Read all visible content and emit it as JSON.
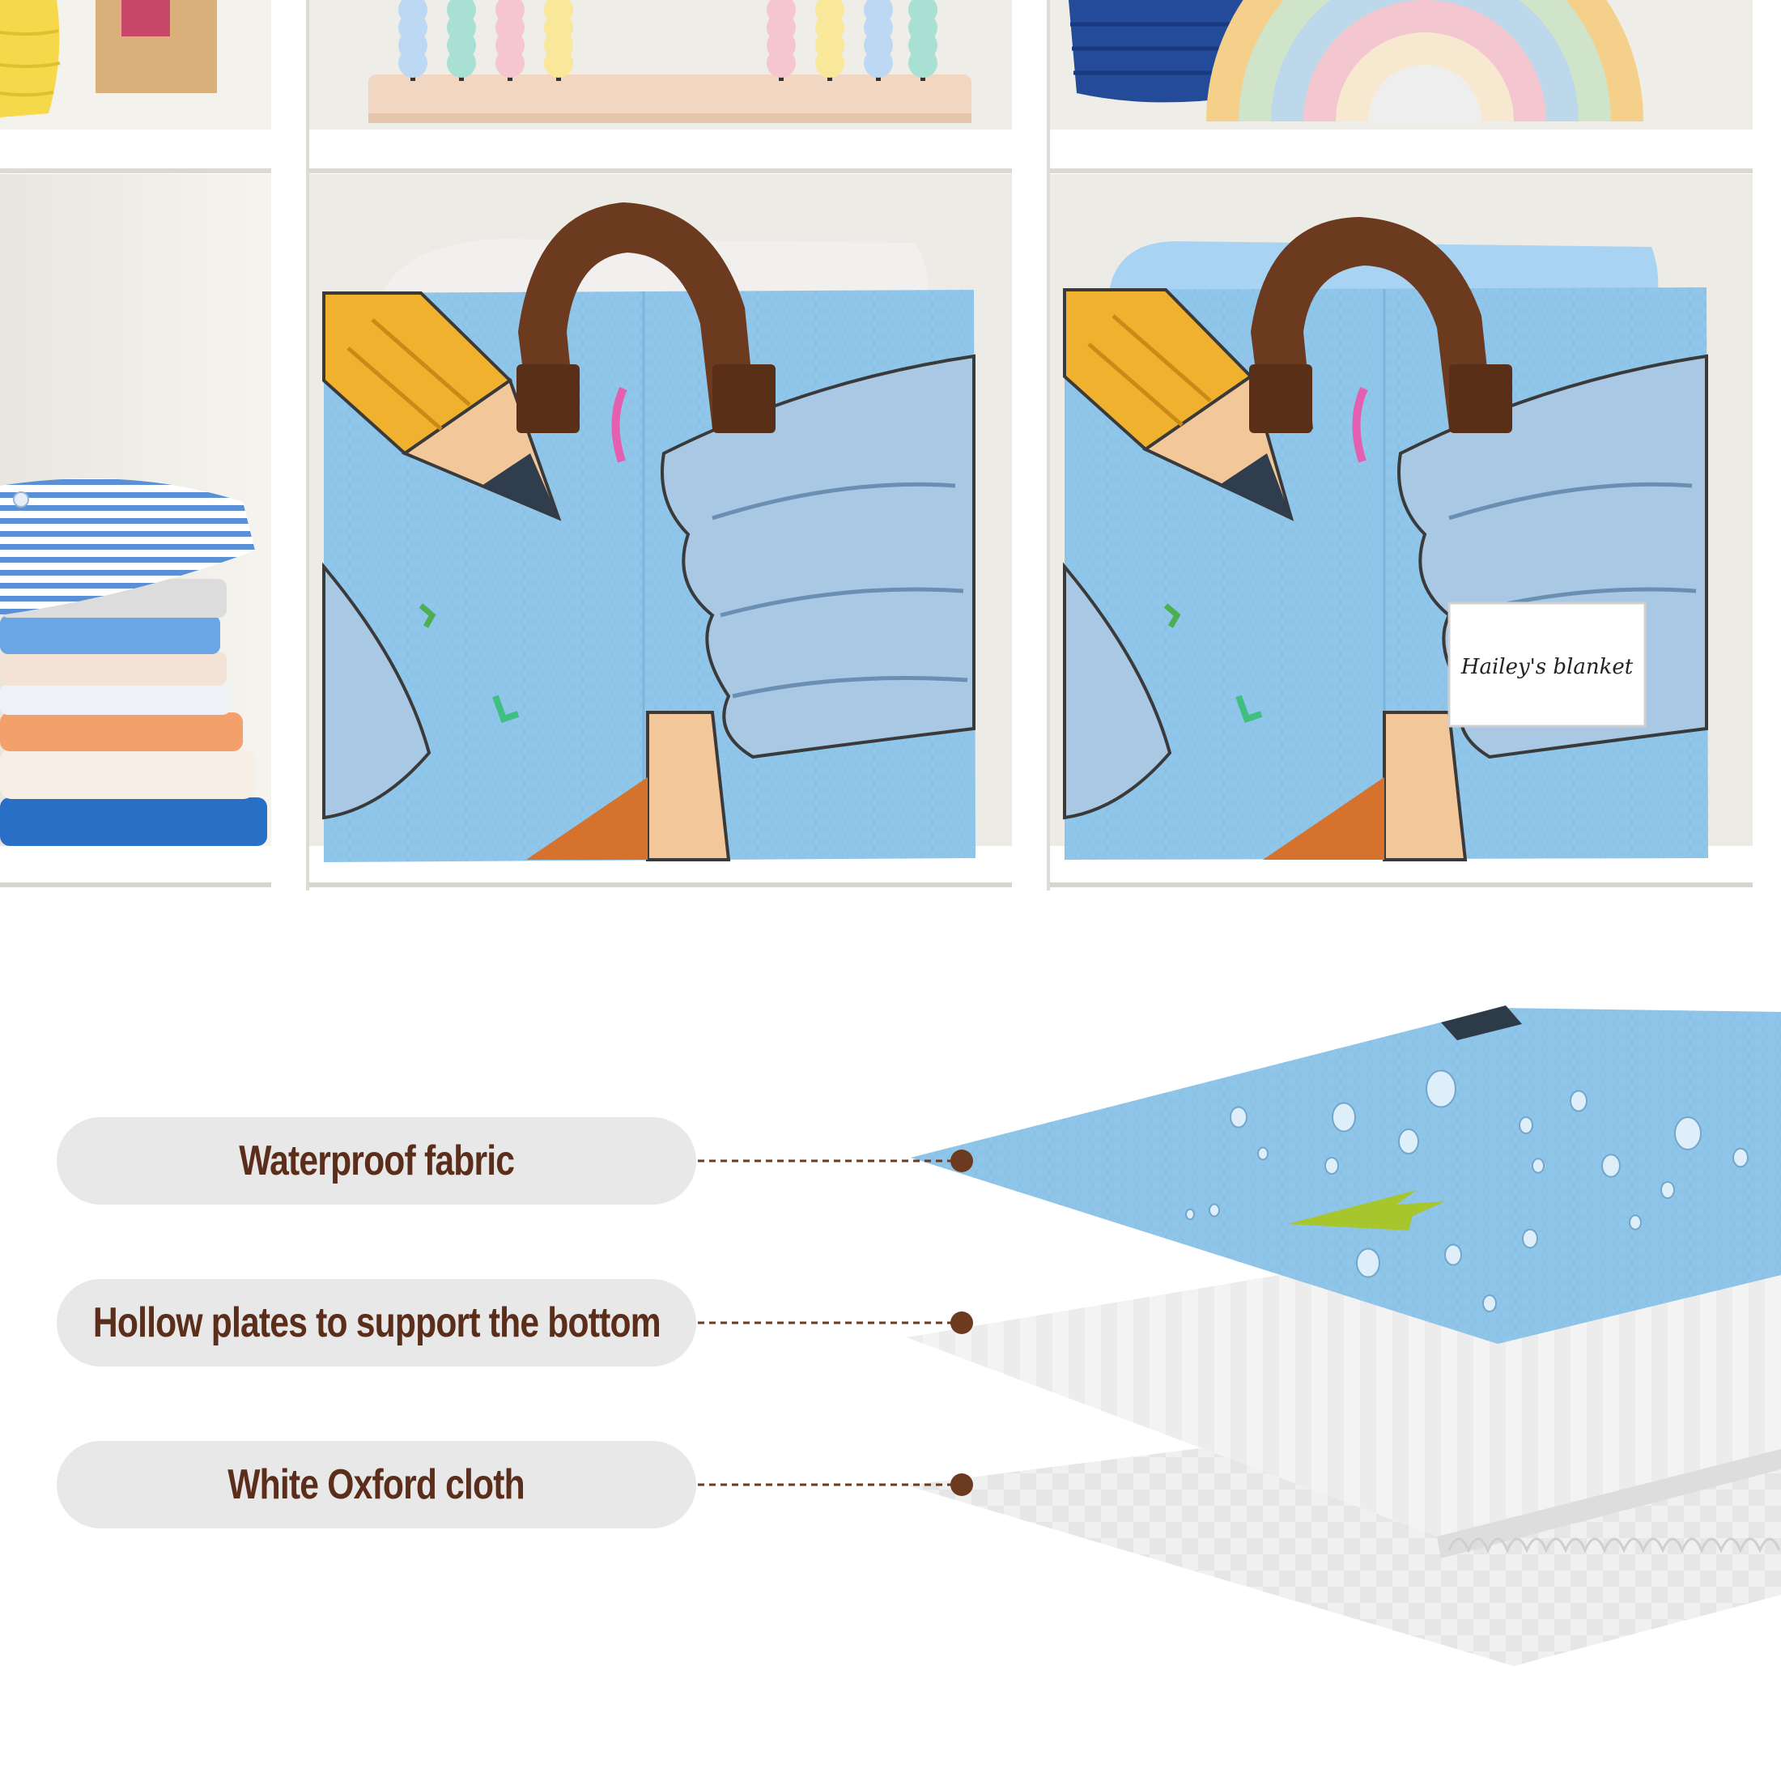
{
  "layers": [
    {
      "label": "Waterproof fabric"
    },
    {
      "label": "Hollow plates to support the bottom"
    },
    {
      "label": "White Oxford cloth"
    }
  ],
  "label_tag": {
    "text": "Hailey's blanket"
  },
  "colors": {
    "shelf": "#ffffff",
    "shelf_shadow": "#e4e2dd",
    "fabric_blue": "#8ec5e8",
    "handle_brown": "#6b3a1f",
    "label_text": "#5a2e1a",
    "pill_bg": "#e8e8e8",
    "pencil_yellow": "#f0b22e",
    "pencil_wood": "#f2c79a"
  },
  "icons": [
    "pencil-illustration",
    "book-illustration",
    "water-drop-icon",
    "rainbow-toy",
    "abacus-toy"
  ]
}
